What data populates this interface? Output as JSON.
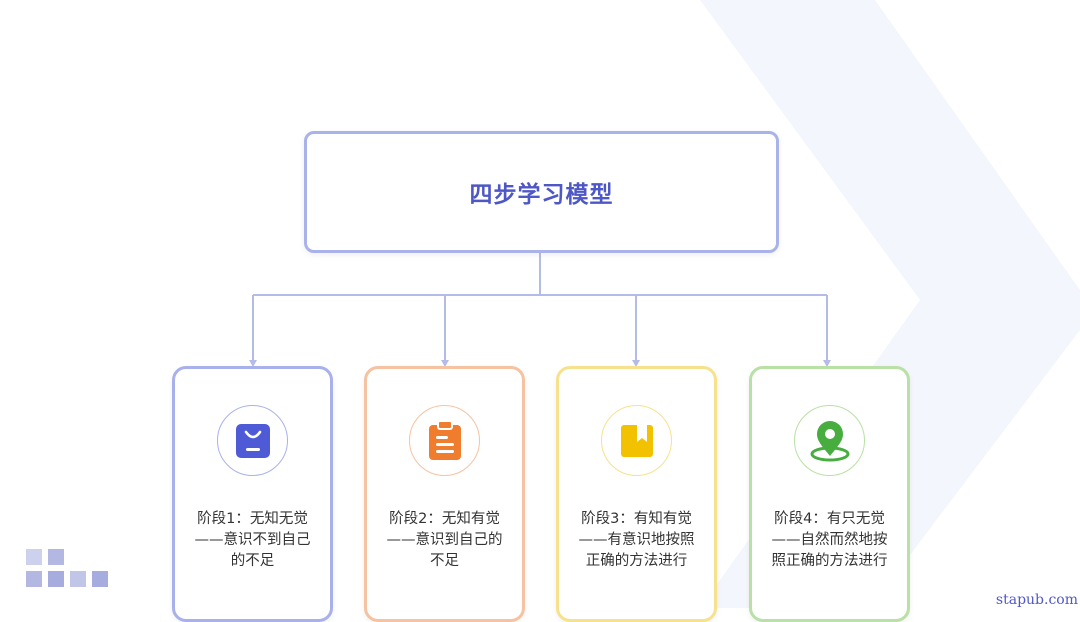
{
  "root": {
    "title": "四步学习模型"
  },
  "stages": [
    {
      "text": "阶段1：无知无觉——意识不到自己的不足",
      "color": "#a9b1ec",
      "icon": "clipboard-user-icon",
      "icon_color": "#4e5ad6"
    },
    {
      "text": "阶段2：无知有觉——意识到自己的不足",
      "color": "#f5c3a2",
      "icon": "document-list-icon",
      "icon_color": "#f07c2e"
    },
    {
      "text": "阶段3：有知有觉——有意识地按照正确的方法进行",
      "color": "#f6e28d",
      "icon": "bookmark-book-icon",
      "icon_color": "#f2c200"
    },
    {
      "text": "阶段4：有只无觉——自然而然地按照正确的方法进行",
      "color": "#b9e0a6",
      "icon": "location-pin-icon",
      "icon_color": "#47ad3f"
    }
  ],
  "watermark": "stapub.com"
}
